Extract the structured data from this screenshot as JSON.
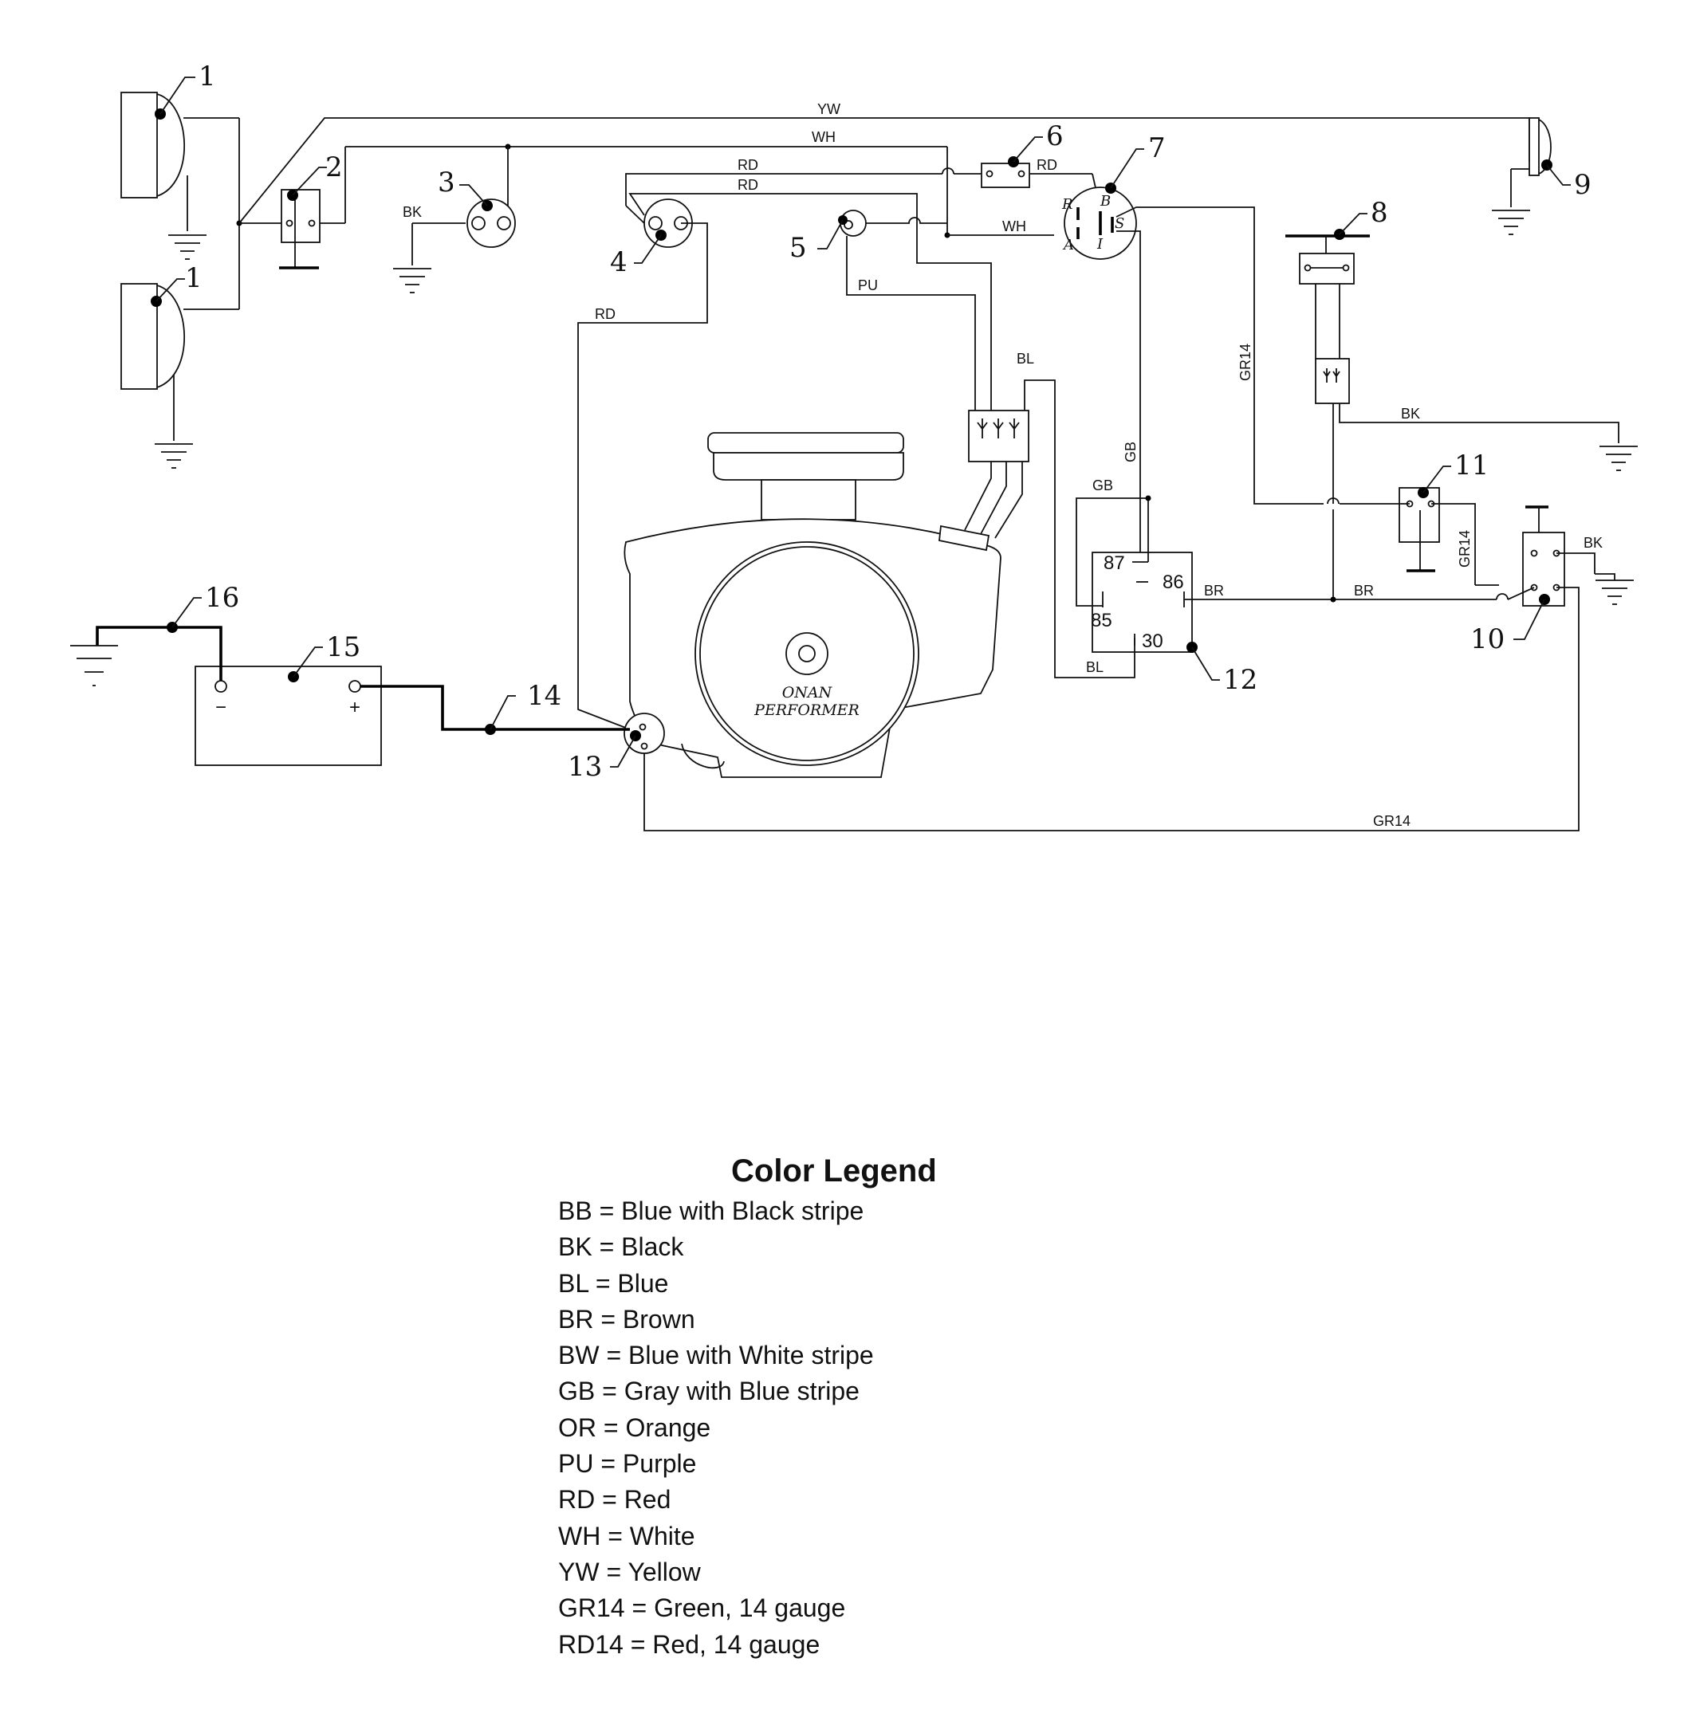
{
  "diagram": {
    "callouts": {
      "c1a": "1",
      "c1b": "1",
      "c2": "2",
      "c3": "3",
      "c4": "4",
      "c5": "5",
      "c6": "6",
      "c7": "7",
      "c8": "8",
      "c9": "9",
      "c10": "10",
      "c11": "11",
      "c12": "12",
      "c13": "13",
      "c14": "14",
      "c15": "15",
      "c16": "16"
    },
    "wire_labels": {
      "yw": "YW",
      "wh_top": "WH",
      "rd_1": "RD",
      "rd_2": "RD",
      "rd_6": "RD",
      "bk_3": "BK",
      "wh_mid": "WH",
      "pu": "PU",
      "rd_left": "RD",
      "bl_top": "BL",
      "gr14_vert": "GR14",
      "bk_8": "BK",
      "gb_vert": "GB",
      "gb_horiz": "GB",
      "br_1": "BR",
      "br_2": "BR",
      "gr14_10": "GR14",
      "bk_10": "BK",
      "bl_bottom": "BL",
      "gr14_bottom": "GR14"
    },
    "relay_terminals": {
      "t87": "87",
      "t86": "86",
      "t85": "85",
      "t30": "30"
    },
    "switch_terminals": {
      "r": "R",
      "b": "B",
      "s": "S",
      "a": "A",
      "i": "I"
    },
    "battery_terminals": {
      "neg": "−",
      "pos": "+"
    },
    "engine_brand": {
      "line1": "ONAN",
      "line2": "PERFORMER"
    }
  },
  "legend": {
    "title": "Color Legend",
    "items": [
      "BB = Blue with Black stripe",
      "BK = Black",
      "BL = Blue",
      "BR = Brown",
      "BW = Blue with White stripe",
      "GB = Gray with Blue stripe",
      "OR = Orange",
      "PU = Purple",
      "RD = Red",
      "WH = White",
      "YW = Yellow",
      "GR14 = Green, 14 gauge",
      "RD14 = Red, 14 gauge"
    ]
  }
}
